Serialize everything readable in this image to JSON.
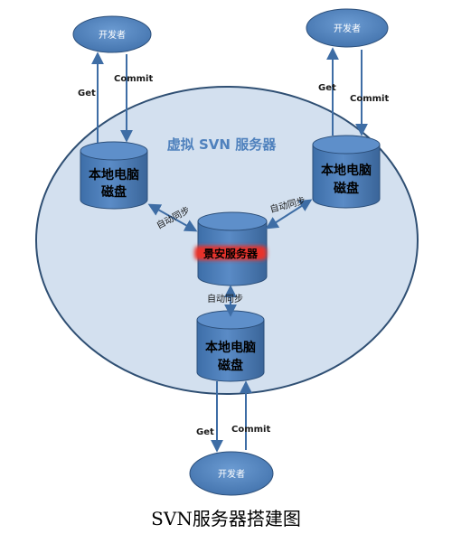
{
  "colors": {
    "ellipse_fill": "#d3e0ef",
    "ellipse_stroke": "#2f4f73",
    "shape_fill": "#4f81bd",
    "shape_stroke": "#2c4f7a",
    "arrow": "#3e6da5",
    "center_highlight": "#e8322a"
  },
  "virtual_server": {
    "label": "虚拟 SVN 服务器"
  },
  "developers": {
    "left": "开发者",
    "right": "开发者",
    "bottom": "开发者"
  },
  "disks": {
    "left": [
      "本地电脑",
      "磁盘"
    ],
    "right": [
      "本地电脑",
      "磁盘"
    ],
    "bottom": [
      "本地电脑",
      "磁盘"
    ]
  },
  "center_server": {
    "label": "景安服务器"
  },
  "links": {
    "left_get": "Get",
    "left_commit": "Commit",
    "right_get": "Get",
    "right_commit": "Commit",
    "bottom_get": "Get",
    "bottom_commit": "Commit",
    "sync_left": "自动同步",
    "sync_right": "自动同步",
    "sync_bottom": "自动同步"
  },
  "caption": "SVN服务器搭建图"
}
